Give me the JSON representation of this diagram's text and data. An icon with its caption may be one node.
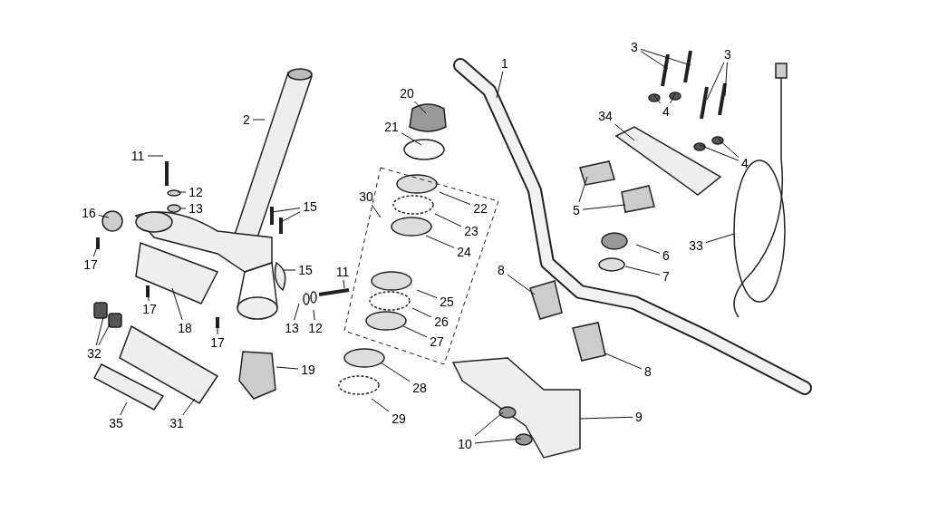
{
  "diagram": {
    "nodes": [
      {
        "text": [
          "1"
        ]
      },
      {
        "text": [
          "2"
        ]
      },
      {
        "text": [
          "3"
        ]
      },
      {
        "text": [
          "3"
        ]
      },
      {
        "text": [
          "4"
        ]
      },
      {
        "text": [
          "4"
        ]
      },
      {
        "text": [
          "34"
        ]
      },
      {
        "text": [
          "5"
        ]
      },
      {
        "text": [
          "6"
        ]
      },
      {
        "text": [
          "7"
        ]
      },
      {
        "text": [
          "8"
        ]
      },
      {
        "text": [
          "8"
        ]
      },
      {
        "text": [
          "9"
        ]
      },
      {
        "text": [
          "10"
        ]
      },
      {
        "text": [
          "11"
        ]
      },
      {
        "text": [
          "11"
        ]
      },
      {
        "text": [
          "12"
        ]
      },
      {
        "text": [
          "12"
        ]
      },
      {
        "text": [
          "13"
        ]
      },
      {
        "text": [
          "13"
        ]
      },
      {
        "text": [
          "15"
        ]
      },
      {
        "text": [
          "15"
        ]
      },
      {
        "text": [
          "16"
        ]
      },
      {
        "text": [
          "17"
        ]
      },
      {
        "text": [
          "17"
        ]
      },
      {
        "text": [
          "17"
        ]
      },
      {
        "text": [
          "18"
        ]
      },
      {
        "text": [
          "19"
        ]
      },
      {
        "text": [
          "20"
        ]
      },
      {
        "text": [
          "21"
        ]
      },
      {
        "text": [
          "22"
        ]
      },
      {
        "text": [
          "23"
        ]
      },
      {
        "text": [
          "24"
        ]
      },
      {
        "text": [
          "25"
        ]
      },
      {
        "text": [
          "26"
        ]
      },
      {
        "text": [
          "27"
        ]
      },
      {
        "text": [
          "28"
        ]
      },
      {
        "text": [
          "29"
        ]
      },
      {
        "text": [
          "30"
        ]
      },
      {
        "text": [
          "31"
        ]
      },
      {
        "text": [
          "32"
        ]
      },
      {
        "text": [
          "33"
        ]
      },
      {
        "text": [
          "35"
        ]
      }
    ],
    "edges": [
      {
        "from": 0,
        "to": null,
        "arrow": "none"
      },
      {
        "from": 1,
        "to": null,
        "arrow": "none"
      },
      {
        "from": 2,
        "to": null,
        "arrow": "none"
      },
      {
        "from": 2,
        "to": null,
        "arrow": "none"
      },
      {
        "from": 3,
        "to": null,
        "arrow": "none"
      },
      {
        "from": 3,
        "to": null,
        "arrow": "none"
      },
      {
        "from": 4,
        "to": null,
        "arrow": "none"
      },
      {
        "from": 4,
        "to": null,
        "arrow": "none"
      },
      {
        "from": 5,
        "to": null,
        "arrow": "none"
      },
      {
        "from": 5,
        "to": null,
        "arrow": "none"
      },
      {
        "from": 6,
        "to": null,
        "arrow": "none"
      },
      {
        "from": 7,
        "to": null,
        "arrow": "none"
      },
      {
        "from": 7,
        "to": null,
        "arrow": "none"
      },
      {
        "from": 8,
        "to": null,
        "arrow": "none"
      },
      {
        "from": 9,
        "to": null,
        "arrow": "none"
      },
      {
        "from": 10,
        "to": null,
        "arrow": "none"
      },
      {
        "from": 11,
        "to": null,
        "arrow": "none"
      },
      {
        "from": 12,
        "to": null,
        "arrow": "none"
      },
      {
        "from": 13,
        "to": null,
        "arrow": "none"
      },
      {
        "from": 13,
        "to": null,
        "arrow": "none"
      },
      {
        "from": 14,
        "to": null,
        "arrow": "none"
      },
      {
        "from": 15,
        "to": null,
        "arrow": "none"
      },
      {
        "from": 16,
        "to": null,
        "arrow": "none"
      },
      {
        "from": 17,
        "to": null,
        "arrow": "none"
      },
      {
        "from": 18,
        "to": null,
        "arrow": "none"
      },
      {
        "from": 19,
        "to": null,
        "arrow": "none"
      },
      {
        "from": 20,
        "to": null,
        "arrow": "none"
      },
      {
        "from": 20,
        "to": null,
        "arrow": "none"
      },
      {
        "from": 21,
        "to": null,
        "arrow": "none"
      },
      {
        "from": 22,
        "to": null,
        "arrow": "none"
      },
      {
        "from": 23,
        "to": null,
        "arrow": "none"
      },
      {
        "from": 24,
        "to": null,
        "arrow": "none"
      },
      {
        "from": 25,
        "to": null,
        "arrow": "none"
      },
      {
        "from": 26,
        "to": null,
        "arrow": "none"
      },
      {
        "from": 27,
        "to": null,
        "arrow": "none"
      },
      {
        "from": 28,
        "to": null,
        "arrow": "none"
      },
      {
        "from": 29,
        "to": null,
        "arrow": "none"
      },
      {
        "from": 30,
        "to": null,
        "arrow": "none"
      },
      {
        "from": 31,
        "to": null,
        "arrow": "none"
      },
      {
        "from": 32,
        "to": null,
        "arrow": "none"
      },
      {
        "from": 33,
        "to": null,
        "arrow": "none"
      },
      {
        "from": 34,
        "to": null,
        "arrow": "none"
      },
      {
        "from": 35,
        "to": null,
        "arrow": "none"
      },
      {
        "from": 36,
        "to": null,
        "arrow": "none"
      },
      {
        "from": 37,
        "to": null,
        "arrow": "none"
      },
      {
        "from": 38,
        "to": null,
        "arrow": "none"
      },
      {
        "from": 39,
        "to": null,
        "arrow": "none"
      },
      {
        "from": 40,
        "to": null,
        "arrow": "none"
      },
      {
        "from": 40,
        "to": null,
        "arrow": "none"
      },
      {
        "from": 41,
        "to": null,
        "arrow": "none"
      },
      {
        "from": 42,
        "to": null,
        "arrow": "none"
      }
    ]
  }
}
